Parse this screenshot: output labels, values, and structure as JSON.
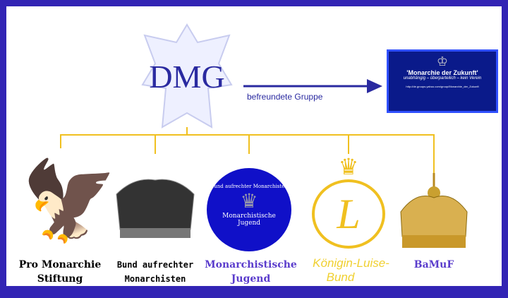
{
  "center": {
    "logo_text": "DMG"
  },
  "friend": {
    "arrow_label": "befreundete Gruppe",
    "title": "'Monarchie der Zukunft'",
    "subtitle": "unabhängig – überparteilich  –  kein Verein",
    "url": "http://de.groups.yahoo.com/group/Monarchie_der_Zukunft"
  },
  "members": [
    {
      "line1": "Pro Monarchie",
      "line2": "Stiftung"
    },
    {
      "line1": "Bund aufrechter",
      "line2": "Monarchisten"
    },
    {
      "line1": "Monarchistische",
      "line2": "Jugend",
      "badge_top": "Bund aufrechter Monarchisten",
      "badge_bottom1": "Monarchistische",
      "badge_bottom2": "Jugend"
    },
    {
      "line1": "Königin-Luise-",
      "line2": "Bund",
      "emblem_letter": "L"
    },
    {
      "line1": "BaMuF"
    }
  ],
  "colors": {
    "border": "#3224b4",
    "tree": "#f0c020",
    "purple": "#5a3ccc",
    "gold": "#f0d030",
    "dmg": "#2a2aa0"
  }
}
